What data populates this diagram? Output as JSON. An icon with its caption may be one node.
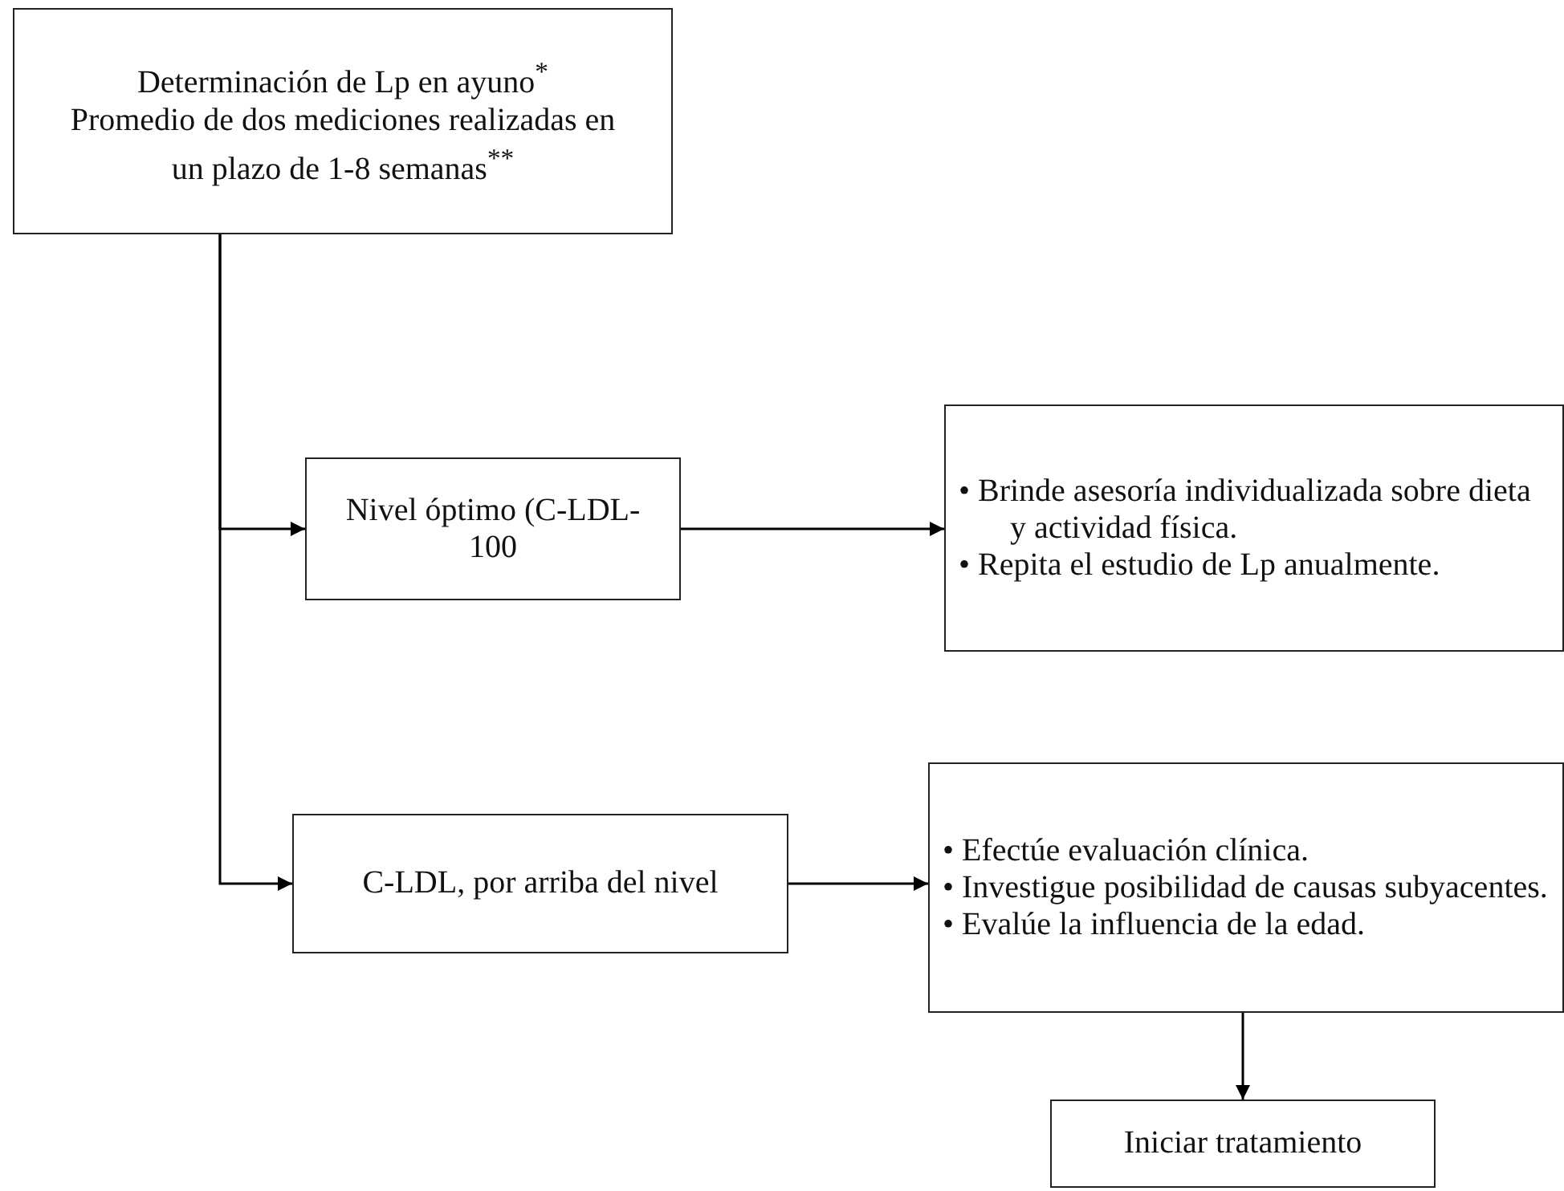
{
  "diagram": {
    "nodes": [
      {
        "text": [
          "Determinación de Lp en ayuno$^{*}$",
          "Promedio de dos mediciones realizadas en un plazo de 1-8 semanas$^{**}$"
        ]
      },
      {
        "text": [
          "Nivel óptimo (C-LDL- 100"
        ]
      },
      {
        "text": [
          "• Brinde asesoría individualizada sobre dieta y actividad física.",
          "• Repita el estudio de Lp anualmente."
        ]
      },
      {
        "text": [
          "C-LDL, por arriba del nivel"
        ]
      },
      {
        "text": [
          "• Efectúe evaluación clínica.",
          "• Investigue posibilidad de causas subyacentes.",
          "• Evalúe la influencia de la edad."
        ]
      },
      {
        "text": [
          "Iniciar tratamiento"
        ]
      }
    ],
    "edges": [
      {
        "from": 0,
        "to": 1,
        "arrow": "to"
      },
      {
        "from": 0,
        "to": 3,
        "arrow": "to"
      },
      {
        "from": 1,
        "to": 2,
        "arrow": "to"
      },
      {
        "from": 3,
        "to": 4,
        "arrow": "to"
      },
      {
        "from": 4,
        "to": 5,
        "arrow": "to"
      }
    ]
  }
}
